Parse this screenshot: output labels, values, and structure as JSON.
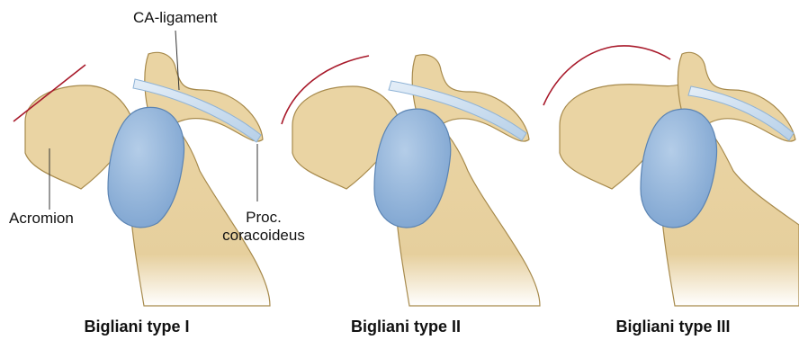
{
  "labels": {
    "ligament": "CA-ligament",
    "acromion": "Acromion",
    "coracoid_line1": "Proc.",
    "coracoid_line2": "coracoideus"
  },
  "panels": [
    {
      "caption": "Bigliani type I"
    },
    {
      "caption": "Bigliani type II"
    },
    {
      "caption": "Bigliani type III"
    }
  ],
  "colors": {
    "bone": "#ead4a3",
    "bone_outline": "#a78a4c",
    "glenoid": "#8cb0d8",
    "ligament": "#cfe1f0",
    "acromion_line": "#a8192a",
    "leader": "#333333"
  }
}
